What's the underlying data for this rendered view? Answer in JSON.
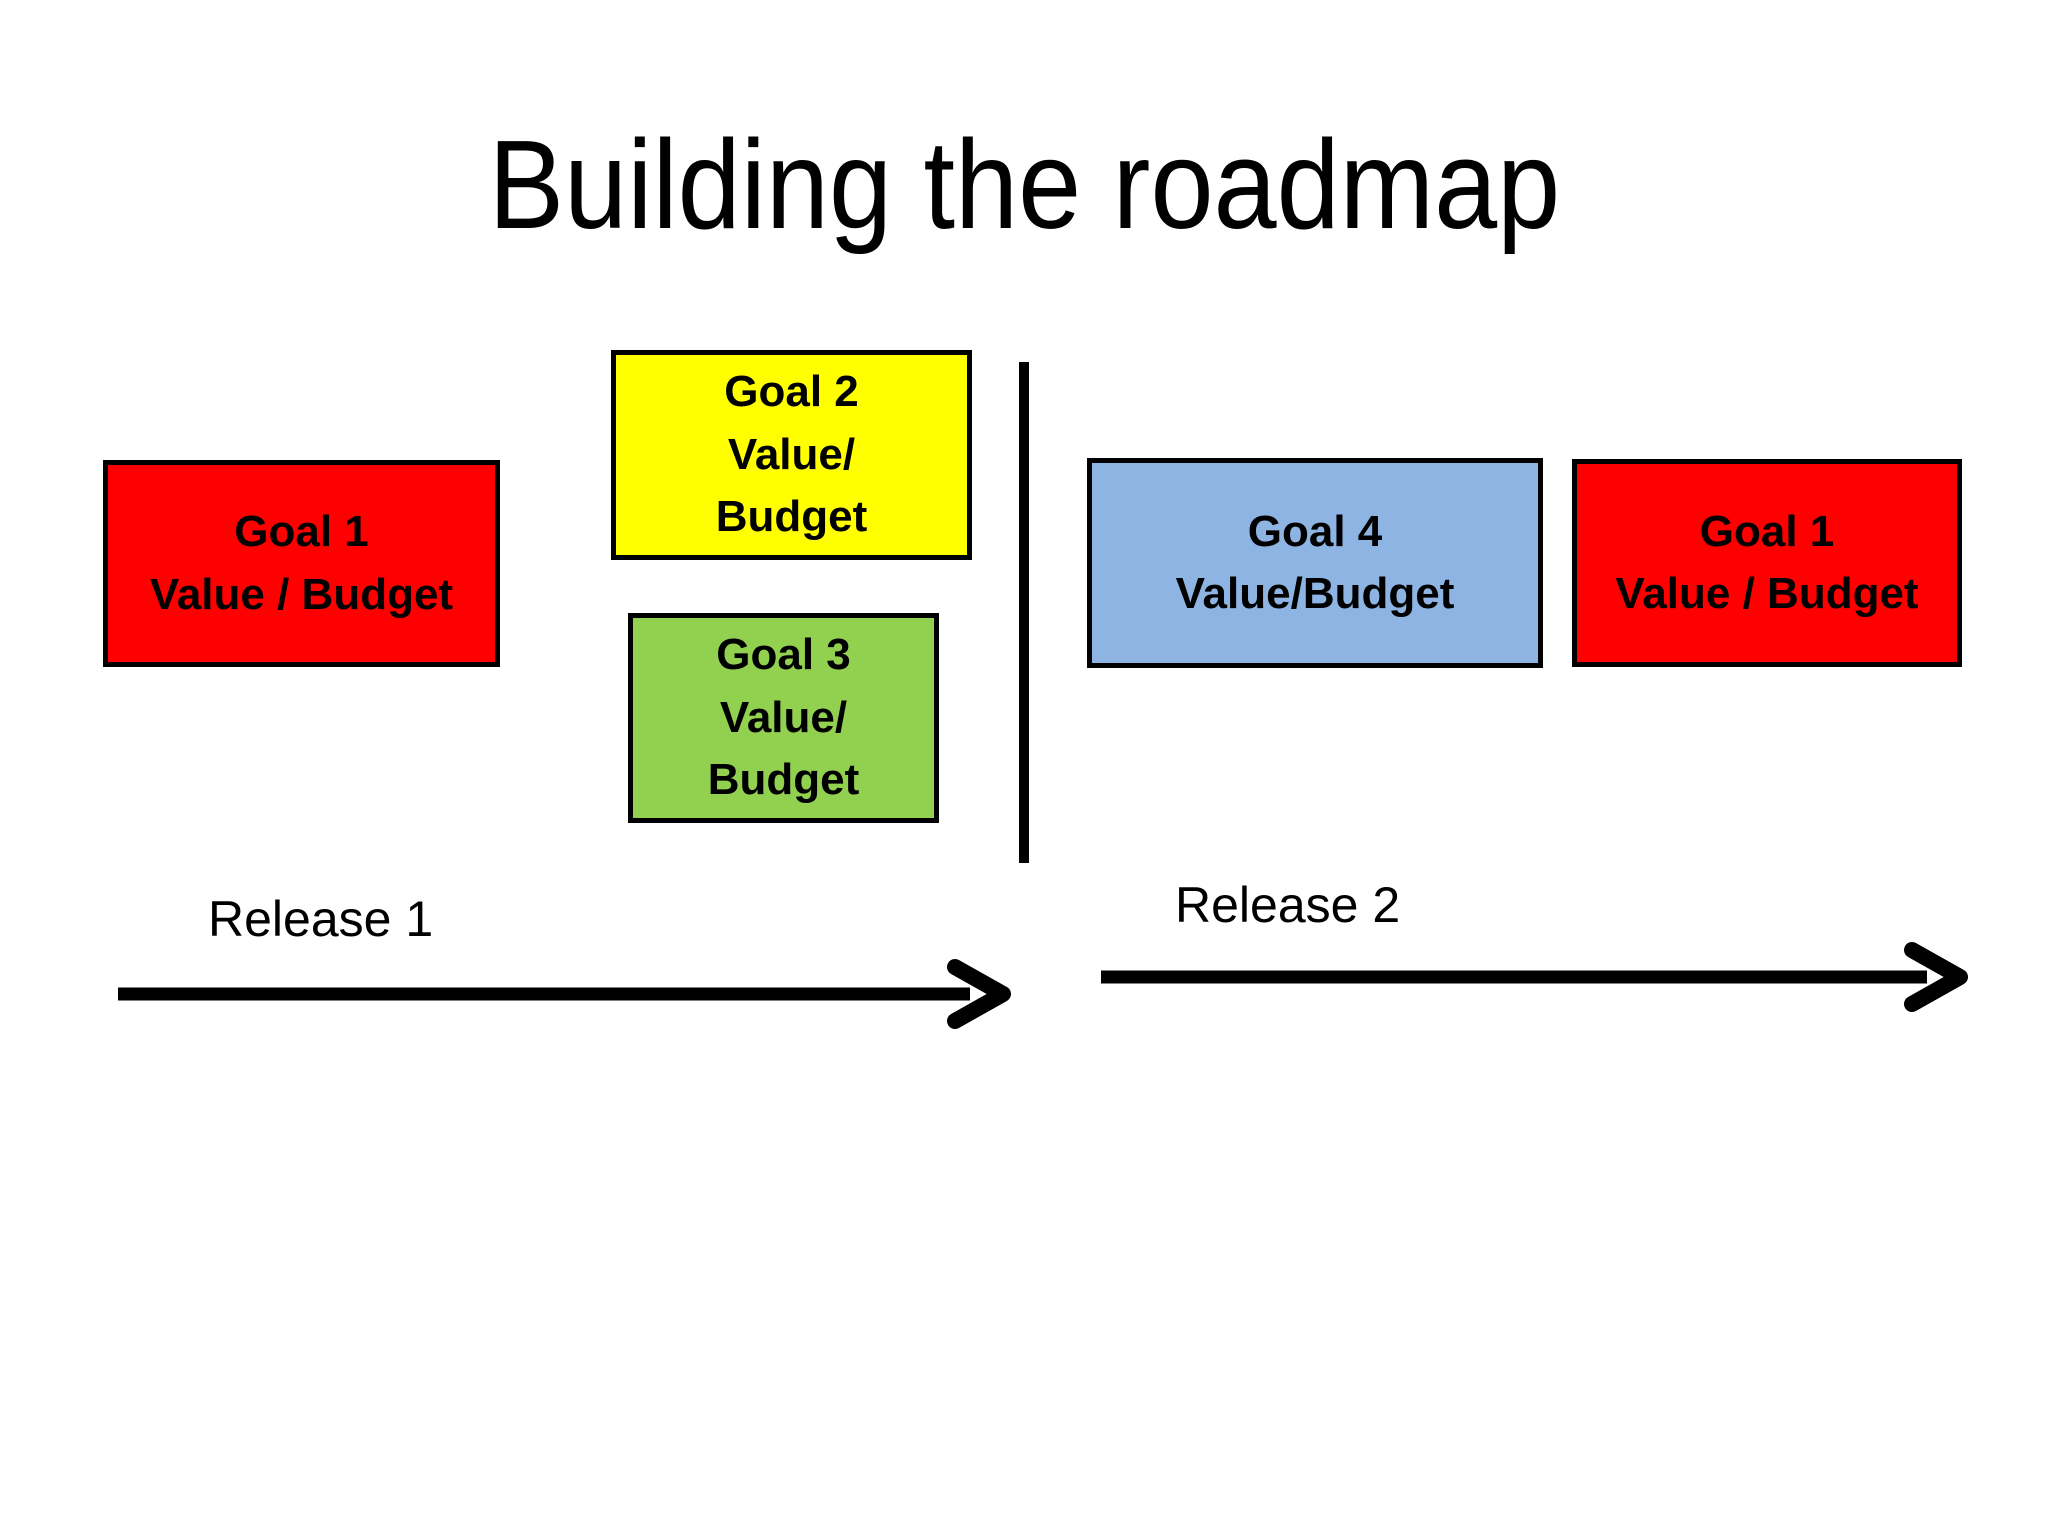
{
  "title": "Building the roadmap",
  "colors": {
    "red": "#FF0000",
    "yellow": "#FFFF00",
    "green": "#92D050",
    "blue": "#8EB4E3",
    "line_black": "#000000",
    "background": "#FFFFFF"
  },
  "goals": [
    {
      "id": "goal-1-release-1",
      "color": "#FF0000",
      "lines": [
        "Goal 1",
        "Value / Budget"
      ]
    },
    {
      "id": "goal-2",
      "color": "#FFFF00",
      "lines": [
        "Goal 2",
        "Value/",
        "Budget"
      ]
    },
    {
      "id": "goal-3",
      "color": "#92D050",
      "lines": [
        "Goal 3",
        "Value/",
        "Budget"
      ]
    },
    {
      "id": "goal-4",
      "color": "#8EB4E3",
      "lines": [
        "Goal 4",
        "Value/Budget"
      ]
    },
    {
      "id": "goal-1-release-2",
      "color": "#FF0000",
      "lines": [
        "Goal 1",
        "Value / Budget"
      ]
    }
  ],
  "releases": [
    {
      "label": "Release 1"
    },
    {
      "label": "Release 2"
    }
  ]
}
